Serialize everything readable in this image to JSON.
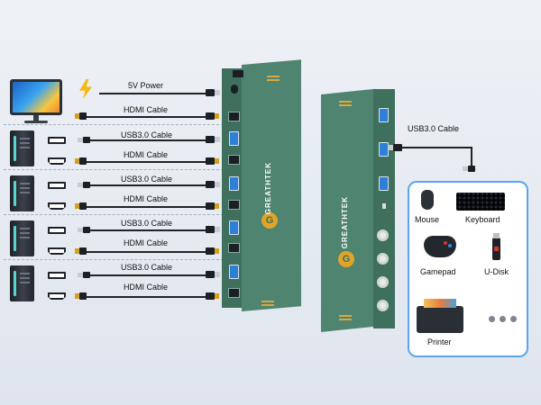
{
  "left_labels": {
    "power": "5V Power",
    "hdmi": "HDMI Cable",
    "usb": "USB3.0 Cable"
  },
  "right_labels": {
    "usb_cable": "USB3.0 Cable"
  },
  "brand": {
    "name": "GREATHTEK"
  },
  "peripherals": {
    "mouse": "Mouse",
    "keyboard": "Keyboard",
    "gamepad": "Gamepad",
    "udisk": "U-Disk",
    "printer": "Printer"
  },
  "colors": {
    "kvm_body": "#4f8470",
    "usb_port": "#2e7fd6",
    "panel_border": "#5aa5f0",
    "bolt": "#f5b917"
  }
}
